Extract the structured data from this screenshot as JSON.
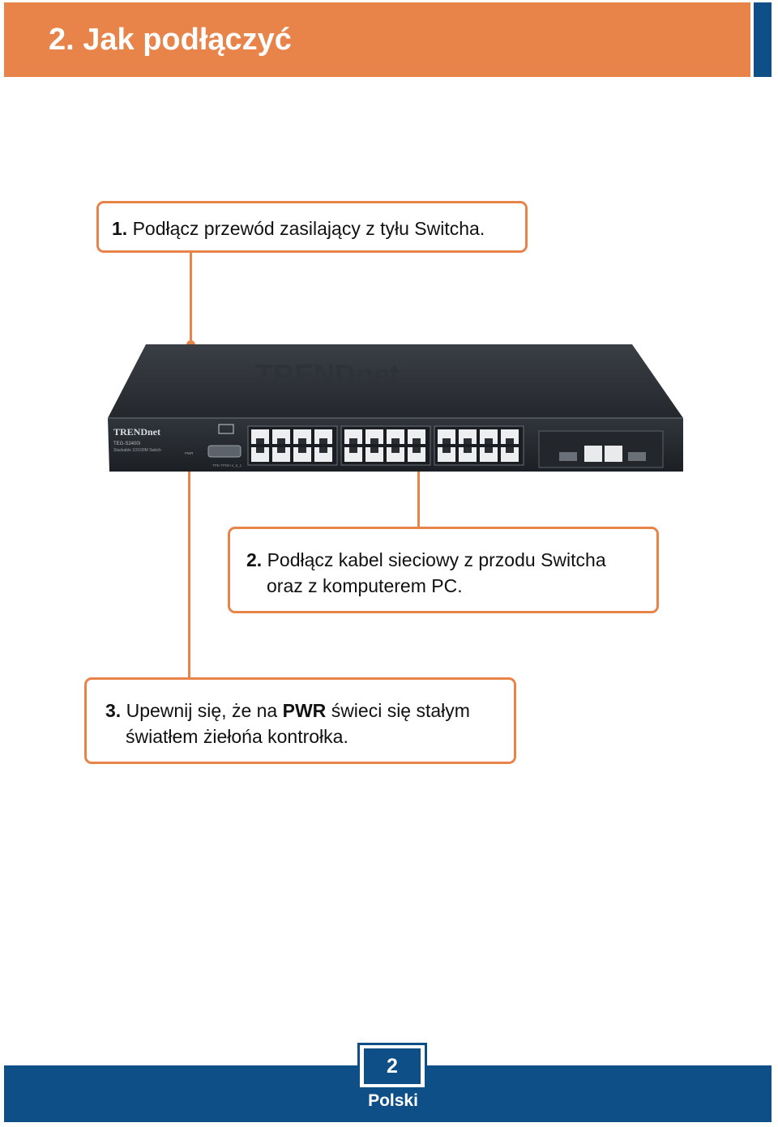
{
  "header": {
    "title": "2. Jak podłączyć"
  },
  "steps": [
    {
      "number": "1.",
      "text": "Podłącz przewód zasilający z tyłu Switcha."
    },
    {
      "number": "2.",
      "line1": "Podłącz kabel sieciowy z przodu Switcha",
      "line2": "oraz z komputerem PC."
    },
    {
      "number": "3.",
      "line1_before": "Upewnij się, że na",
      "line1_highlight": "PWR",
      "line1_after": "świeci się stałym",
      "line2": "światłem żiełońa kontrołka."
    }
  ],
  "device": {
    "brand": "TRENDnet",
    "model": "TEG-S2400i",
    "description": "Stackable 10/100M Switch",
    "console_label": "TPE-TP00+4_8_1",
    "pwr_label": "PWR"
  },
  "footer": {
    "page_number": "2",
    "language": "Polski"
  },
  "colors": {
    "accent_orange": "#e8834a",
    "brand_blue": "#0f4f87",
    "device_body": "#2b3036"
  }
}
